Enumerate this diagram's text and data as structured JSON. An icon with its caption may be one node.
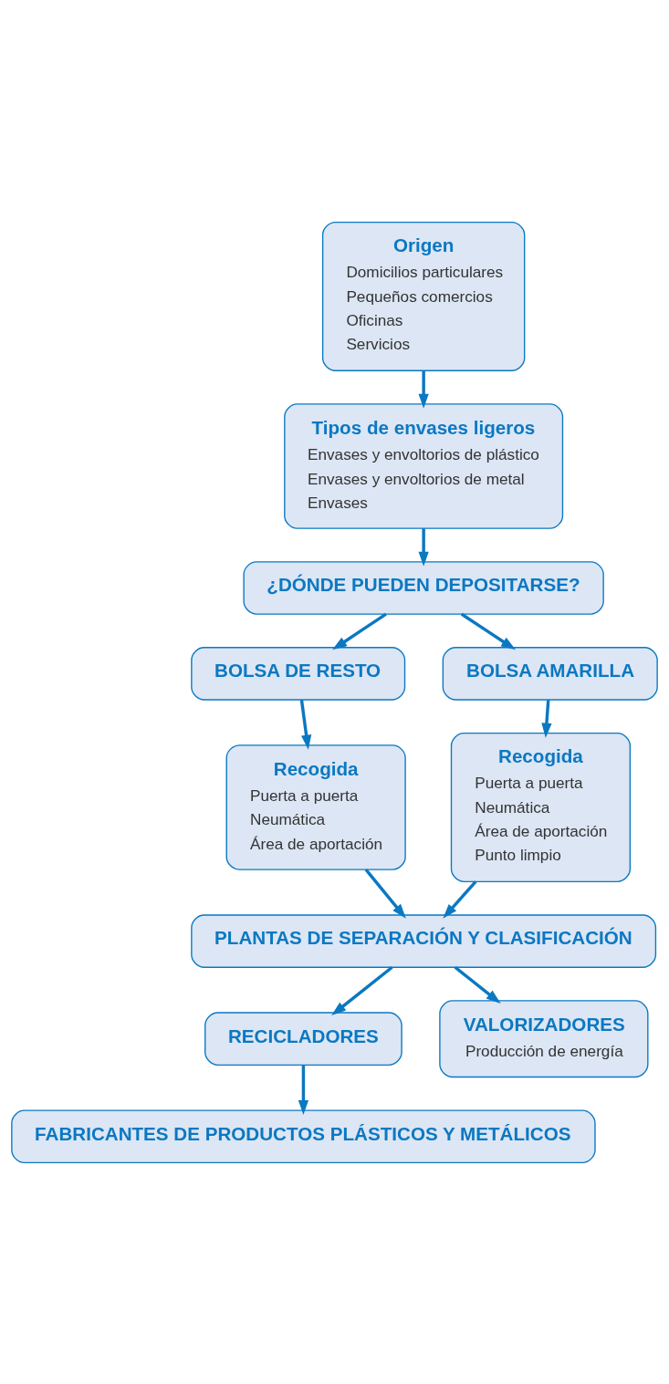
{
  "diagram": {
    "nodes": [
      {
        "text": [
          "Origen",
          "Domicilios particulares",
          "Pequeños comercios",
          "Oficinas",
          "Servicios"
        ]
      },
      {
        "text": [
          "Tipos de envases ligeros",
          "Envases y envoltorios de plástico",
          "Envases y envoltorios de metal",
          "Envases"
        ]
      },
      {
        "text": [
          "¿DÓNDE PUEDEN DEPOSITARSE?"
        ]
      },
      {
        "text": [
          "BOLSA DE RESTO"
        ]
      },
      {
        "text": [
          "BOLSA AMARILLA"
        ]
      },
      {
        "text": [
          "Recogida",
          "Puerta a puerta",
          "Neumática",
          "Área de aportación"
        ]
      },
      {
        "text": [
          "Recogida",
          "Puerta a puerta",
          "Neumática",
          "Área de aportación",
          "Punto limpio"
        ]
      },
      {
        "text": [
          "PLANTAS DE SEPARACIÓN Y CLASIFICACIÓN"
        ]
      },
      {
        "text": [
          "RECICLADORES"
        ]
      },
      {
        "text": [
          "VALORIZADORES",
          "Producción de energía"
        ]
      },
      {
        "text": [
          "FABRICANTES DE PRODUCTOS PLÁSTICOS Y METÁLICOS"
        ]
      }
    ],
    "edges": [
      {
        "from": 0,
        "to": 1,
        "arrow": "to"
      },
      {
        "from": 1,
        "to": 2,
        "arrow": "to"
      },
      {
        "from": 2,
        "to": 3,
        "arrow": "to"
      },
      {
        "from": 2,
        "to": 4,
        "arrow": "to"
      },
      {
        "from": 3,
        "to": 5,
        "arrow": "to"
      },
      {
        "from": 4,
        "to": 6,
        "arrow": "to"
      },
      {
        "from": 5,
        "to": 7,
        "arrow": "to"
      },
      {
        "from": 6,
        "to": 7,
        "arrow": "to"
      },
      {
        "from": 7,
        "to": 8,
        "arrow": "to"
      },
      {
        "from": 7,
        "to": 9,
        "arrow": "to"
      },
      {
        "from": 8,
        "to": 10,
        "arrow": "to"
      }
    ]
  }
}
